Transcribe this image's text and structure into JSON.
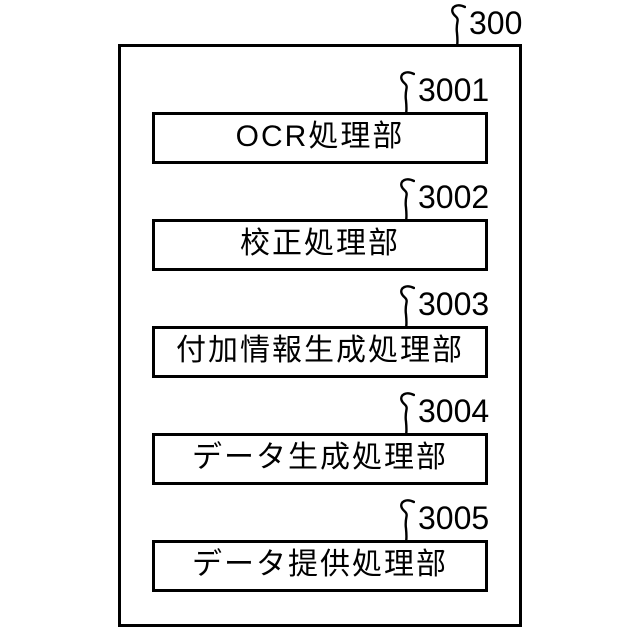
{
  "diagram": {
    "type": "patent-block-diagram",
    "outer": {
      "ref": "300"
    },
    "units": [
      {
        "ref": "3001",
        "label": "OCR処理部"
      },
      {
        "ref": "3002",
        "label": "校正処理部"
      },
      {
        "ref": "3003",
        "label": "付加情報生成処理部"
      },
      {
        "ref": "3004",
        "label": "データ生成処理部"
      },
      {
        "ref": "3005",
        "label": "データ提供処理部"
      }
    ],
    "icons": [
      {
        "name": "leader-squiggle-icon",
        "meaning": "curved reference leader line connecting number to box"
      }
    ],
    "colors": {
      "line": "#000000",
      "background": "#ffffff"
    }
  }
}
